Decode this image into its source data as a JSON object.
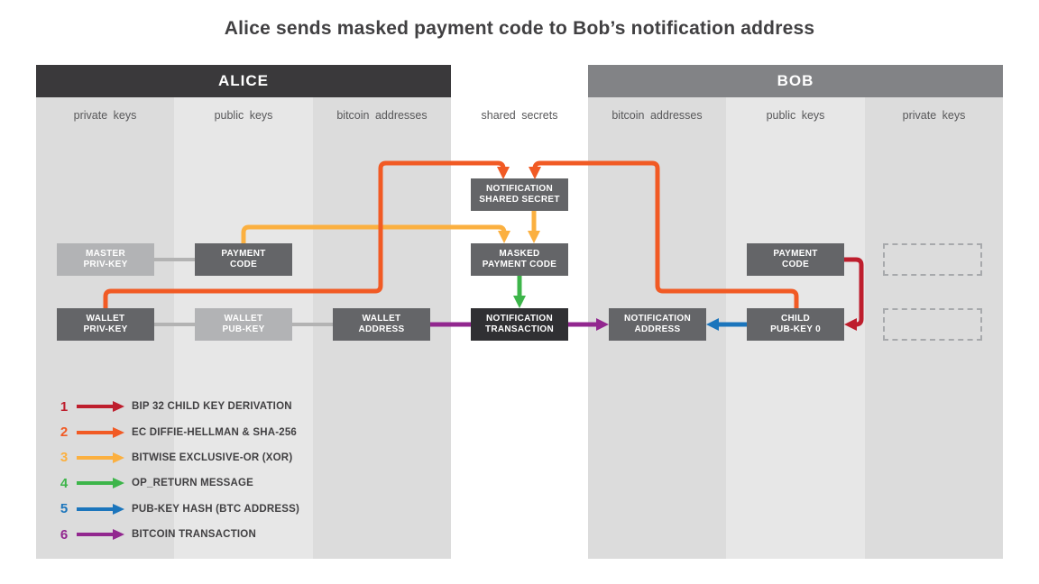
{
  "title": "Alice sends masked payment code to Bob’s notification address",
  "panels": {
    "alice": {
      "title": "ALICE",
      "columns": [
        "private keys",
        "public keys",
        "bitcoin addresses"
      ]
    },
    "middle": {
      "column": "shared secrets"
    },
    "bob": {
      "title": "BOB",
      "columns": [
        "bitcoin addresses",
        "public keys",
        "private keys"
      ]
    }
  },
  "nodes": {
    "master_priv_key": {
      "label": "MASTER\nPRIV-KEY"
    },
    "payment_code_alice": {
      "label": "PAYMENT\nCODE"
    },
    "wallet_priv_key": {
      "label": "WALLET\nPRIV-KEY"
    },
    "wallet_pub_key": {
      "label": "WALLET\nPUB-KEY"
    },
    "wallet_address": {
      "label": "WALLET\nADDRESS"
    },
    "notification_shared_secret": {
      "label": "NOTIFICATION\nSHARED SECRET"
    },
    "masked_payment_code": {
      "label": "MASKED\nPAYMENT CODE"
    },
    "notification_transaction": {
      "label": "NOTIFICATION\nTRANSACTION"
    },
    "notification_address": {
      "label": "NOTIFICATION\nADDRESS"
    },
    "child_pub_key_0": {
      "label": "CHILD\nPUB-KEY 0"
    },
    "payment_code_bob": {
      "label": "PAYMENT\nCODE"
    }
  },
  "legend": {
    "items": [
      {
        "num": "1",
        "label": "BIP 32 CHILD KEY DERIVATION",
        "color": "#be1e2d"
      },
      {
        "num": "2",
        "label": "EC DIFFIE-HELLMAN & SHA-256",
        "color": "#f15a24"
      },
      {
        "num": "3",
        "label": "BITWISE EXCLUSIVE-OR (XOR)",
        "color": "#fbb040"
      },
      {
        "num": "4",
        "label": "OP_RETURN MESSAGE",
        "color": "#3db54a"
      },
      {
        "num": "5",
        "label": "PUB-KEY HASH (BTC ADDRESS)",
        "color": "#1b75bc"
      },
      {
        "num": "6",
        "label": "BITCOIN TRANSACTION",
        "color": "#92278f"
      }
    ]
  },
  "colors": {
    "red": "#be1e2d",
    "orange": "#f15a24",
    "yellow": "#fbb040",
    "green": "#3db54a",
    "blue": "#1b75bc",
    "purple": "#92278f",
    "connector": "#b3b3b3"
  }
}
